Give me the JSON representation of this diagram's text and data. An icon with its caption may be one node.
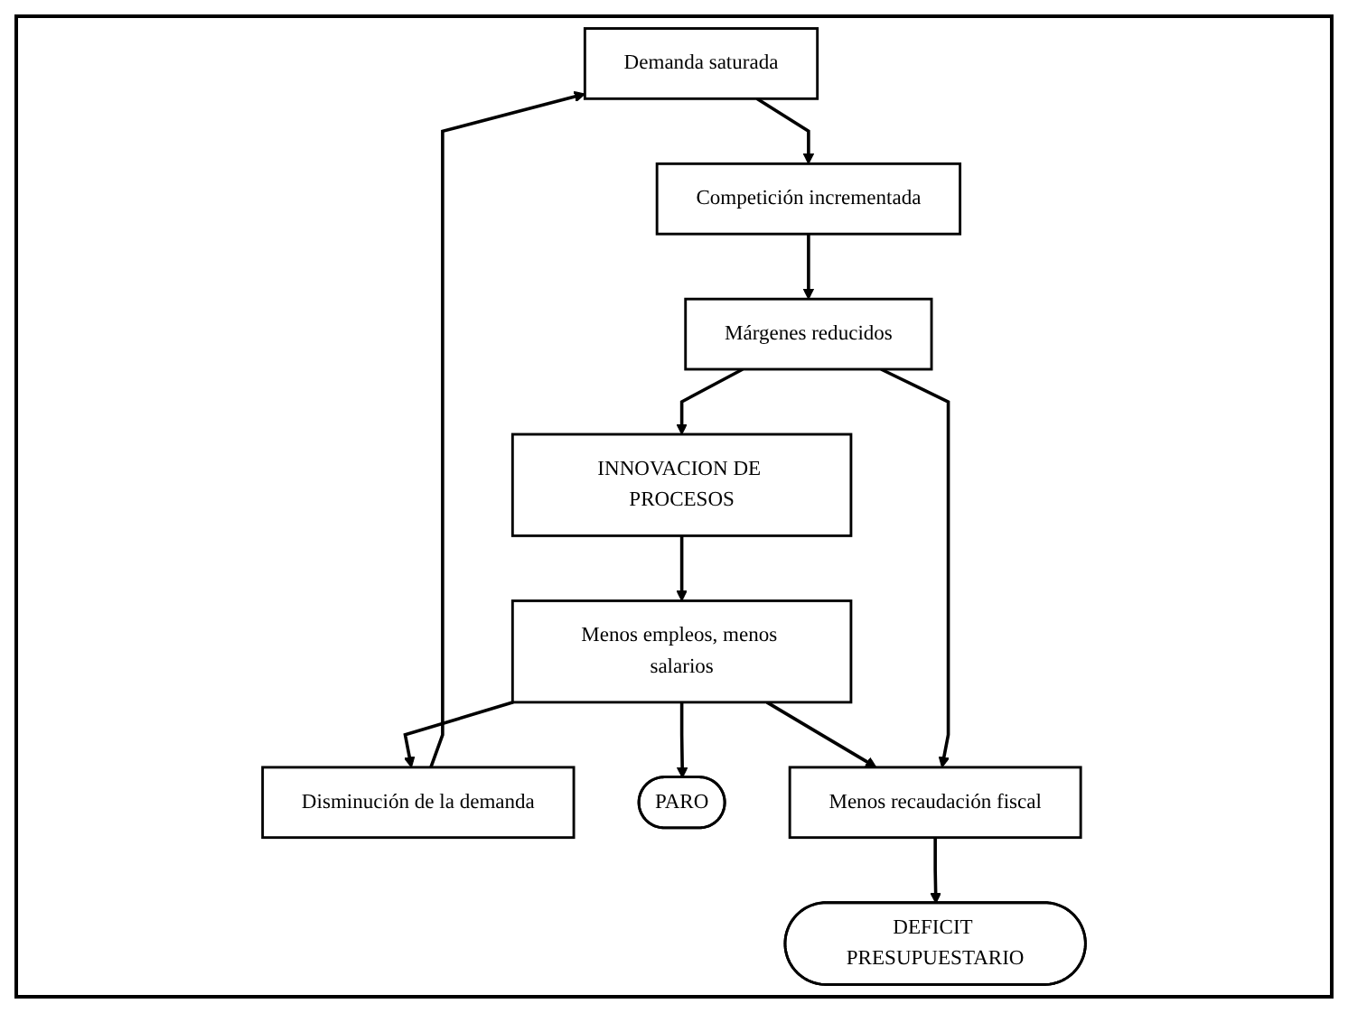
{
  "diagram": {
    "nodes": [
      {
        "text": [
          "Demanda saturada"
        ]
      },
      {
        "text": [
          "Competición incrementada"
        ]
      },
      {
        "text": [
          "Márgenes reducidos"
        ]
      },
      {
        "text": [
          "Disminución de la demanda"
        ]
      },
      {
        "text": [
          "INNOVACION DE PROCESOS"
        ]
      },
      {
        "text": [
          "Menos empleos, menos salarios"
        ]
      },
      {
        "text": [
          "PARO"
        ]
      },
      {
        "text": [
          "Menos recaudación fiscal"
        ]
      },
      {
        "text": [
          "DEFICIT PRESUPUESTARIO"
        ]
      }
    ],
    "edges": [
      {
        "from": 0,
        "to": 1,
        "arrow": "to"
      },
      {
        "from": 1,
        "to": 2,
        "arrow": "to"
      },
      {
        "from": 3,
        "to": 0,
        "arrow": "to"
      },
      {
        "from": 2,
        "to": 4,
        "arrow": "to"
      },
      {
        "from": 4,
        "to": 5,
        "arrow": "to"
      },
      {
        "from": 5,
        "to": 3,
        "arrow": "to"
      },
      {
        "from": 5,
        "to": 6,
        "arrow": "to"
      },
      {
        "from": 5,
        "to": 7,
        "arrow": "to"
      },
      {
        "from": 2,
        "to": 7,
        "arrow": "to"
      },
      {
        "from": 7,
        "to": 8,
        "arrow": "to"
      }
    ]
  }
}
